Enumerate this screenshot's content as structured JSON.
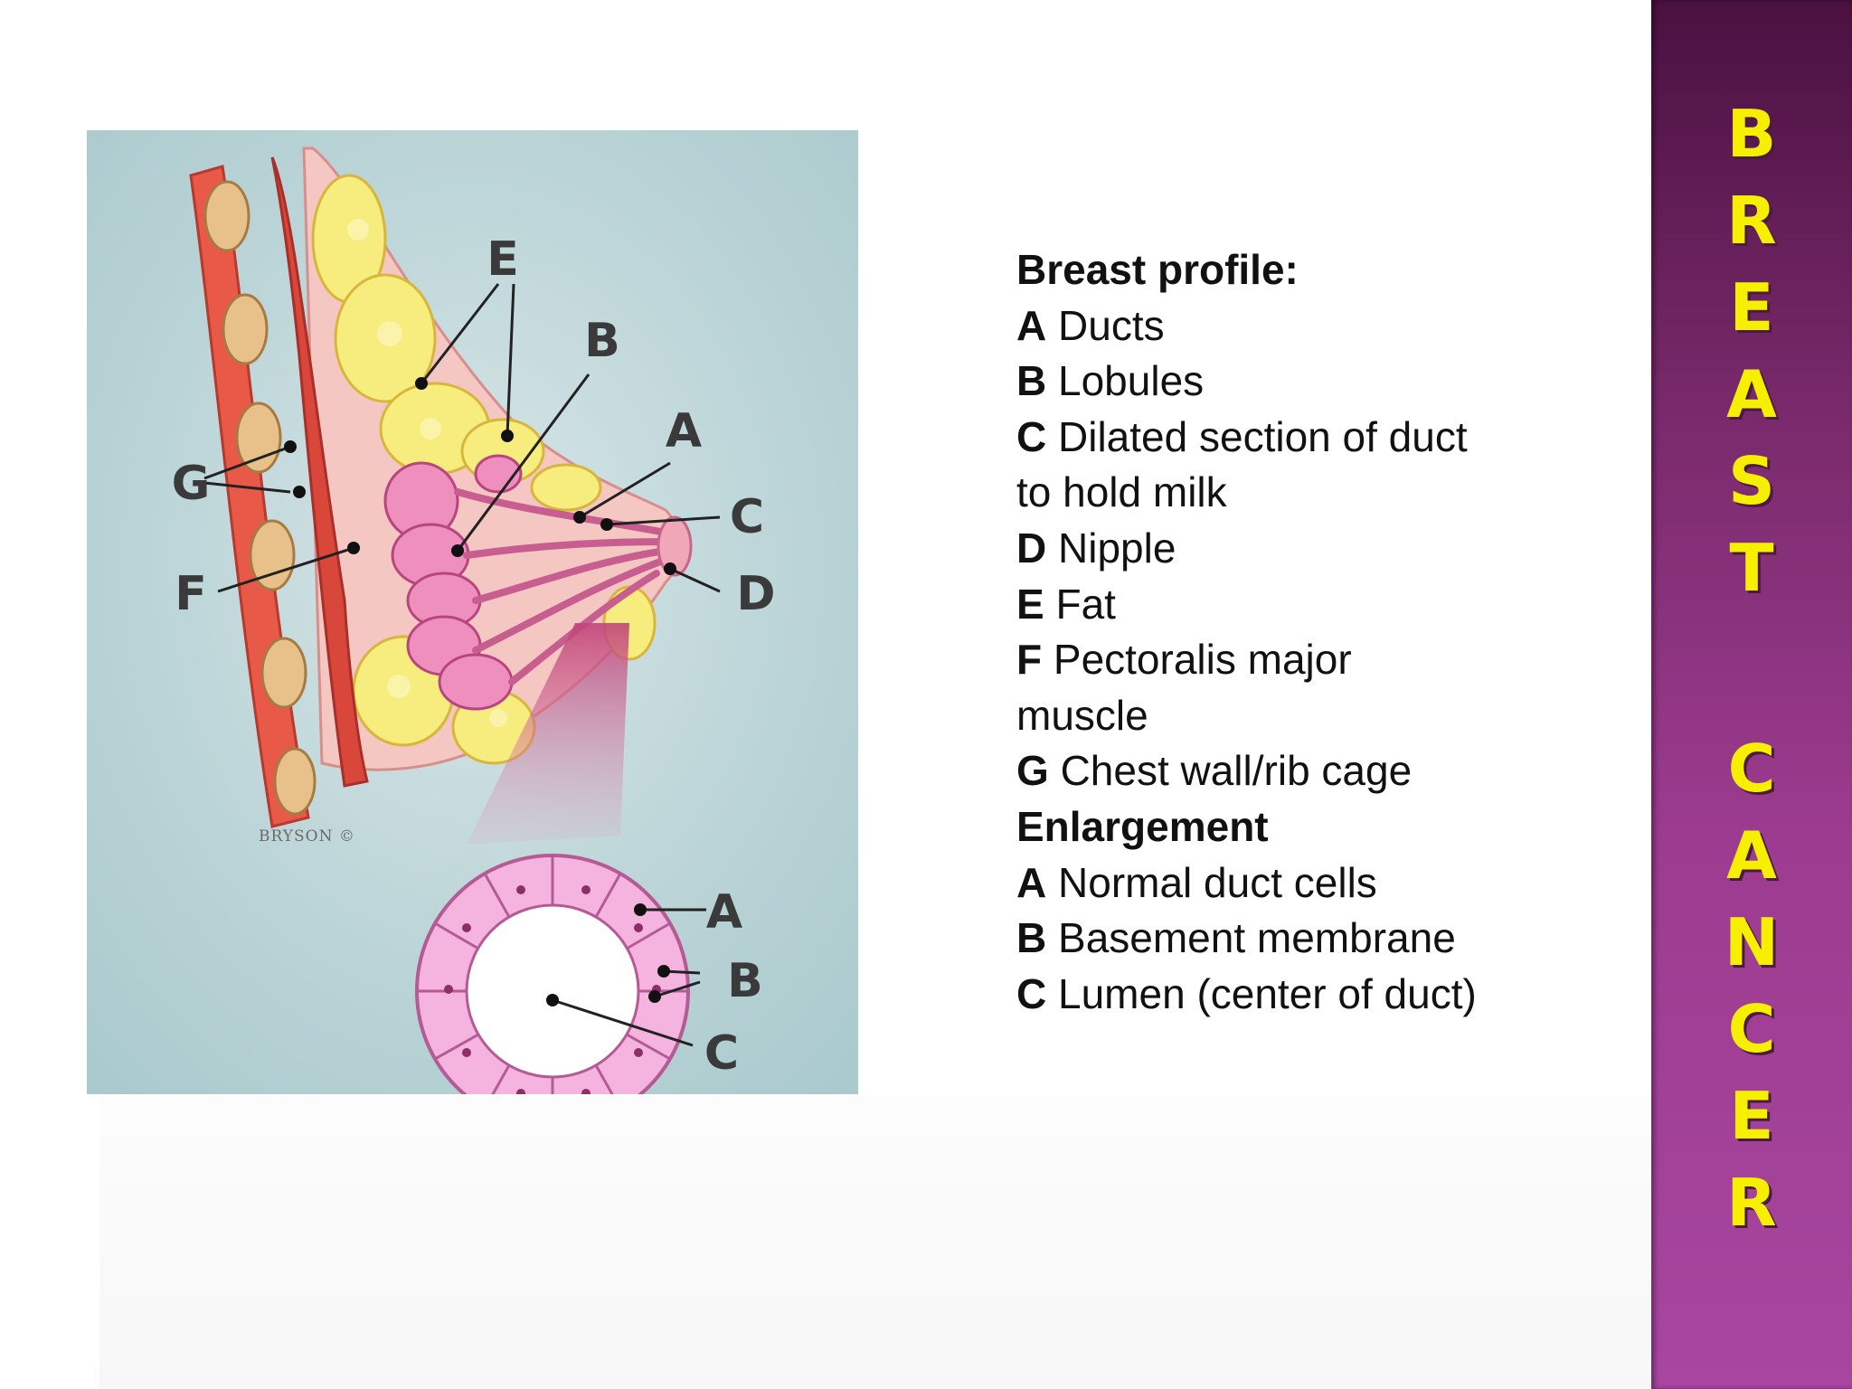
{
  "sidebar": {
    "title_letters": [
      "B",
      "R",
      "E",
      "A",
      "S",
      "T",
      " ",
      "C",
      "A",
      "N",
      "C",
      "E",
      "R"
    ]
  },
  "figure": {
    "labels": {
      "e": "E",
      "b": "B",
      "a": "A",
      "c": "C",
      "d": "D",
      "g": "G",
      "f": "F"
    },
    "enlargement_labels": {
      "a": "A",
      "b": "B",
      "c": "C"
    },
    "credit": "BRYSON ©"
  },
  "legend": {
    "heading": "Breast profile:",
    "items": [
      {
        "key": "A",
        "text": "Ducts"
      },
      {
        "key": "B",
        "text": "Lobules"
      },
      {
        "key": "C",
        "text": "Dilated section of duct"
      }
    ],
    "c_continuation": "to hold milk",
    "items2": [
      {
        "key": "D",
        "text": "Nipple"
      },
      {
        "key": "E",
        "text": "Fat"
      },
      {
        "key": "F",
        "text": "Pectoralis major"
      }
    ],
    "f_continuation": "muscle",
    "g_item": {
      "key": "G",
      "text": "Chest wall/rib cage"
    },
    "enlargement_heading": "Enlargement",
    "enlargement_items": [
      {
        "key": "A",
        "text": "Normal duct cells"
      },
      {
        "key": "B",
        "text": "Basement membrane"
      },
      {
        "key": "C",
        "text": "Lumen (center of duct)"
      }
    ]
  }
}
